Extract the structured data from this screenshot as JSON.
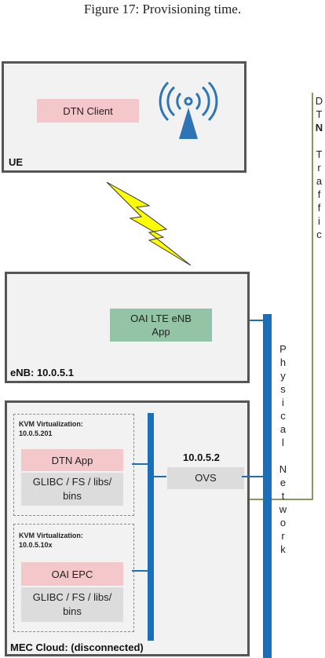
{
  "caption": "Figure 17: Provisioning time.",
  "ue": {
    "label": "UE",
    "client": "DTN Client"
  },
  "enb": {
    "label": "eNB: 10.0.5.1",
    "app_line1": "OAI  LTE eNB",
    "app_line2": "App"
  },
  "mec": {
    "label": "MEC Cloud: (disconnected)",
    "vm1": {
      "title_line1": "KVM Virtualization:",
      "title_line2": "10.0.5.201",
      "app": "DTN App",
      "libs_line1": "GLIBC / FS / libs/",
      "libs_line2": "bins"
    },
    "vm2": {
      "title_line1": "KVM Virtualization:",
      "title_line2": "10.0.5.10x",
      "app": "OAI EPC",
      "libs_line1": "GLIBC / FS / libs/",
      "libs_line2": "bins"
    },
    "ovs_ip": "10.0.5.2",
    "ovs": "OVS"
  },
  "physical_network": [
    "P",
    "h",
    "y",
    "s",
    "i",
    "c",
    "a",
    "l",
    "",
    "N",
    "e",
    "t",
    "w",
    "o",
    "r",
    "k"
  ],
  "dtn_traffic": [
    "D",
    "T",
    "N",
    "",
    "T",
    "r",
    "a",
    "f",
    "f",
    "i",
    "c"
  ],
  "colors": {
    "bar": "#1a6fb8",
    "arrow": "#5a7a2a",
    "lightning": "#ffff00",
    "antenna": "#2e75b6"
  }
}
